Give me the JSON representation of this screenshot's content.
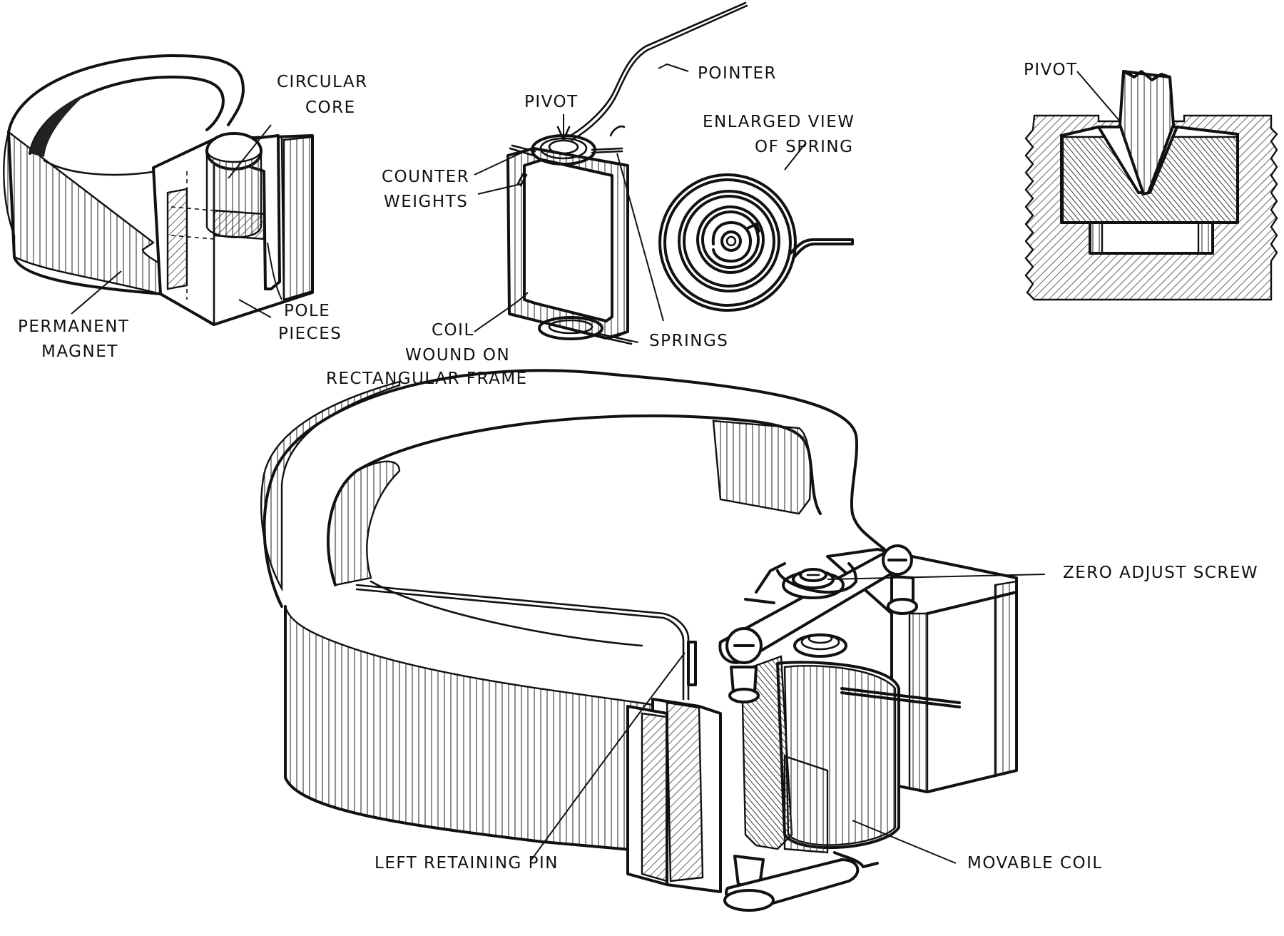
{
  "labels": {
    "circular_core_l1": "CIRCULAR",
    "circular_core_l2": "CORE",
    "permanent_magnet_l1": "PERMANENT",
    "permanent_magnet_l2": "MAGNET",
    "pole_pieces_l1": "POLE",
    "pole_pieces_l2": "PIECES",
    "pointer": "POINTER",
    "pivot_coil": "PIVOT",
    "counter_weights_l1": "COUNTER",
    "counter_weights_l2": "WEIGHTS",
    "coil_l1": "COIL",
    "coil_l2": "WOUND ON",
    "coil_l3": "RECTANGULAR FRAME",
    "springs": "SPRINGS",
    "enlarged_l1": "ENLARGED VIEW",
    "enlarged_l2": "OF SPRING",
    "pivot_detail": "PIVOT",
    "zero_adjust": "ZERO ADJUST SCREW",
    "left_pin": "LEFT RETAINING PIN",
    "movable_coil": "MOVABLE COIL"
  }
}
